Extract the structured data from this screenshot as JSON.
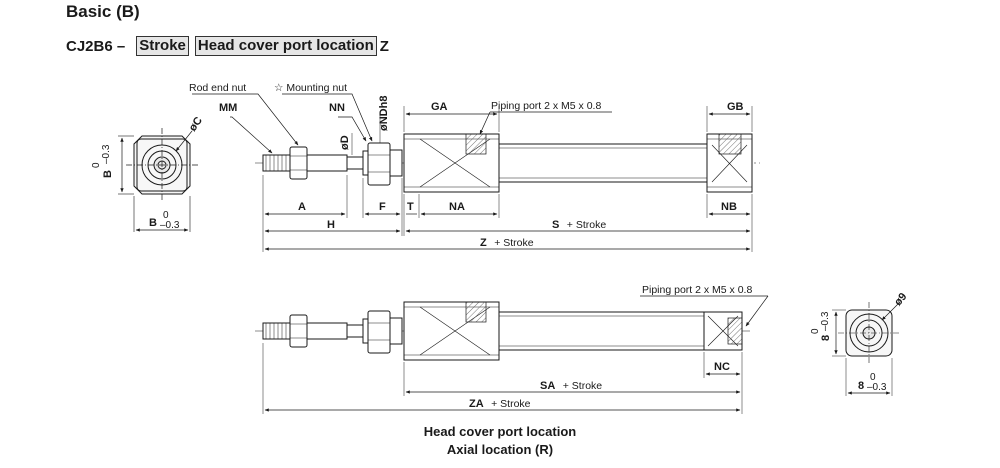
{
  "header": {
    "title": "Basic (B)",
    "model_prefix": "CJ2B6 –",
    "stroke_box": "Stroke",
    "port_box": "Head cover port location",
    "model_suffix": "Z"
  },
  "top_view": {
    "rod_end_nut": "Rod end nut",
    "mounting_nut": "☆ Mounting nut",
    "piping_port": "Piping port 2 x M5 x 0.8",
    "labels": {
      "mm": "MM",
      "nn": "NN",
      "ndh8": "øNDh8",
      "d": "øD",
      "ga": "GA",
      "gb": "GB",
      "a": "A",
      "f": "F",
      "t": "T",
      "na": "NA",
      "nb": "NB",
      "h": "H"
    },
    "s_label": "S",
    "z_label": "Z",
    "plus_stroke": "+ Stroke"
  },
  "end_view_left": {
    "c": "øC",
    "b_vertical": "B",
    "b_horizontal": "B",
    "tol_upper": "0",
    "tol_lower": "–0.3"
  },
  "bottom_view": {
    "piping_port": "Piping port 2 x M5 x 0.8",
    "nc": "NC",
    "sa_label": "SA",
    "za_label": "ZA",
    "plus_stroke": "+ Stroke"
  },
  "end_view_right": {
    "phi9": "ø9",
    "eight_vertical": "8",
    "eight_horizontal": "8",
    "tol_upper": "0",
    "tol_lower": "–0.3"
  },
  "caption": {
    "line1": "Head cover port location",
    "line2": "Axial location (R)"
  }
}
